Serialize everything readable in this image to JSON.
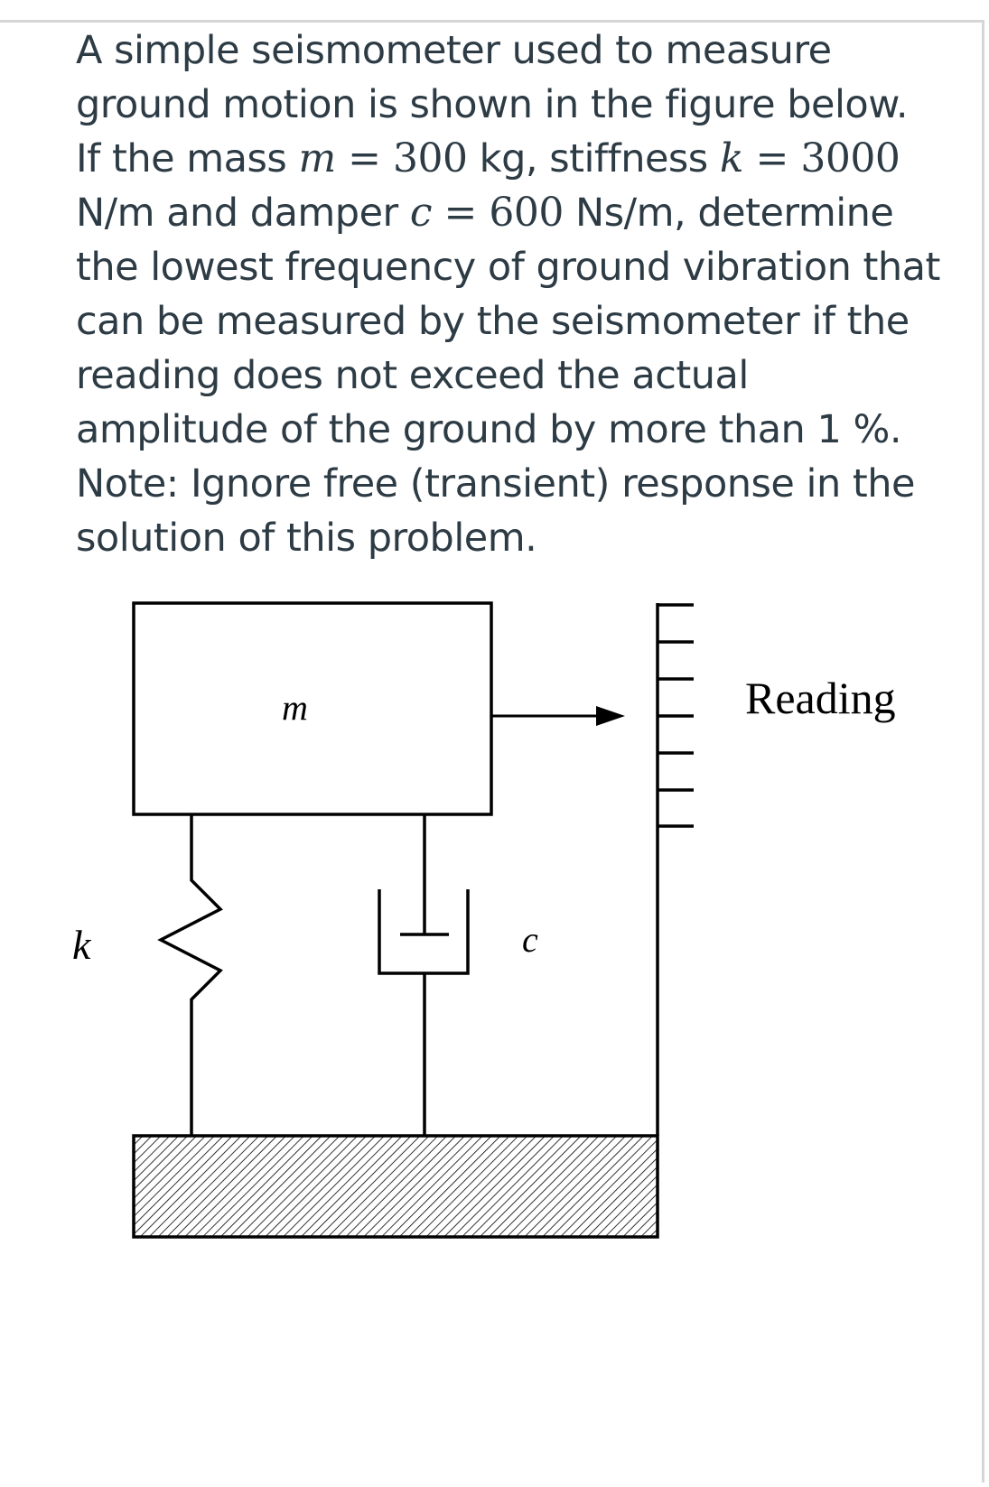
{
  "question": {
    "text_1": "A simple seismometer used to measure ground motion is shown in the figure below. If the mass ",
    "mass_var": "m",
    "eq1": " = 300",
    "text_2": " kg, stiffness ",
    "stiff_var": "k",
    "eq2": " = 3000",
    "text_3": " N/m and damper ",
    "damp_var": "c",
    "eq3": " = 600",
    "text_4": " Ns/m, determine the lowest frequency of ground vibration that can be measured by the seismometer if the reading does not exceed the actual amplitude of the ground by more than 1 %. Note: Ignore free (transient) response in the solution of this problem."
  },
  "figure": {
    "mass_label": "m",
    "spring_label": "k",
    "damper_label": "c",
    "reading_label": "Reading"
  }
}
